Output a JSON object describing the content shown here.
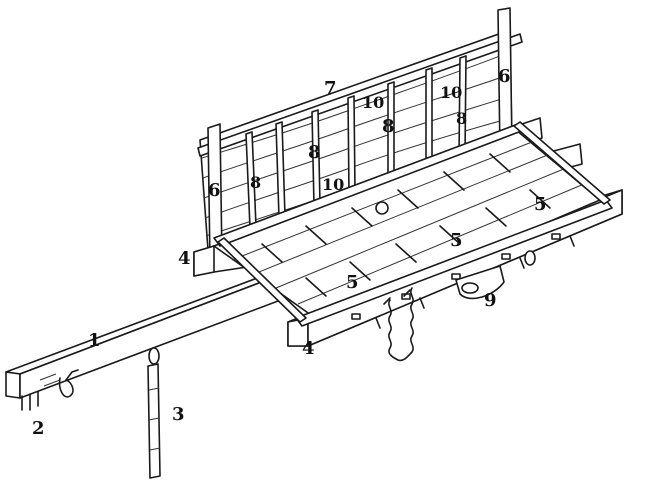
{
  "labels": [
    {
      "id": "callout-1",
      "text": "1"
    },
    {
      "id": "callout-2",
      "text": "2"
    },
    {
      "id": "callout-3",
      "text": "3"
    },
    {
      "id": "callout-4-left",
      "text": "4"
    },
    {
      "id": "callout-4-front",
      "text": "4"
    },
    {
      "id": "callout-5-right",
      "text": "5"
    },
    {
      "id": "callout-5-mid",
      "text": "5"
    },
    {
      "id": "callout-5-left",
      "text": "5"
    },
    {
      "id": "callout-6-left",
      "text": "6"
    },
    {
      "id": "callout-6-right",
      "text": "6"
    },
    {
      "id": "callout-7",
      "text": "7"
    },
    {
      "id": "callout-8-a",
      "text": "8"
    },
    {
      "id": "callout-8-b",
      "text": "8"
    },
    {
      "id": "callout-8-c",
      "text": "8"
    },
    {
      "id": "callout-8-d",
      "text": "8"
    },
    {
      "id": "callout-9",
      "text": "9"
    },
    {
      "id": "callout-10-a",
      "text": "10"
    },
    {
      "id": "callout-10-b",
      "text": "10"
    },
    {
      "id": "callout-10-c",
      "text": "10"
    }
  ]
}
